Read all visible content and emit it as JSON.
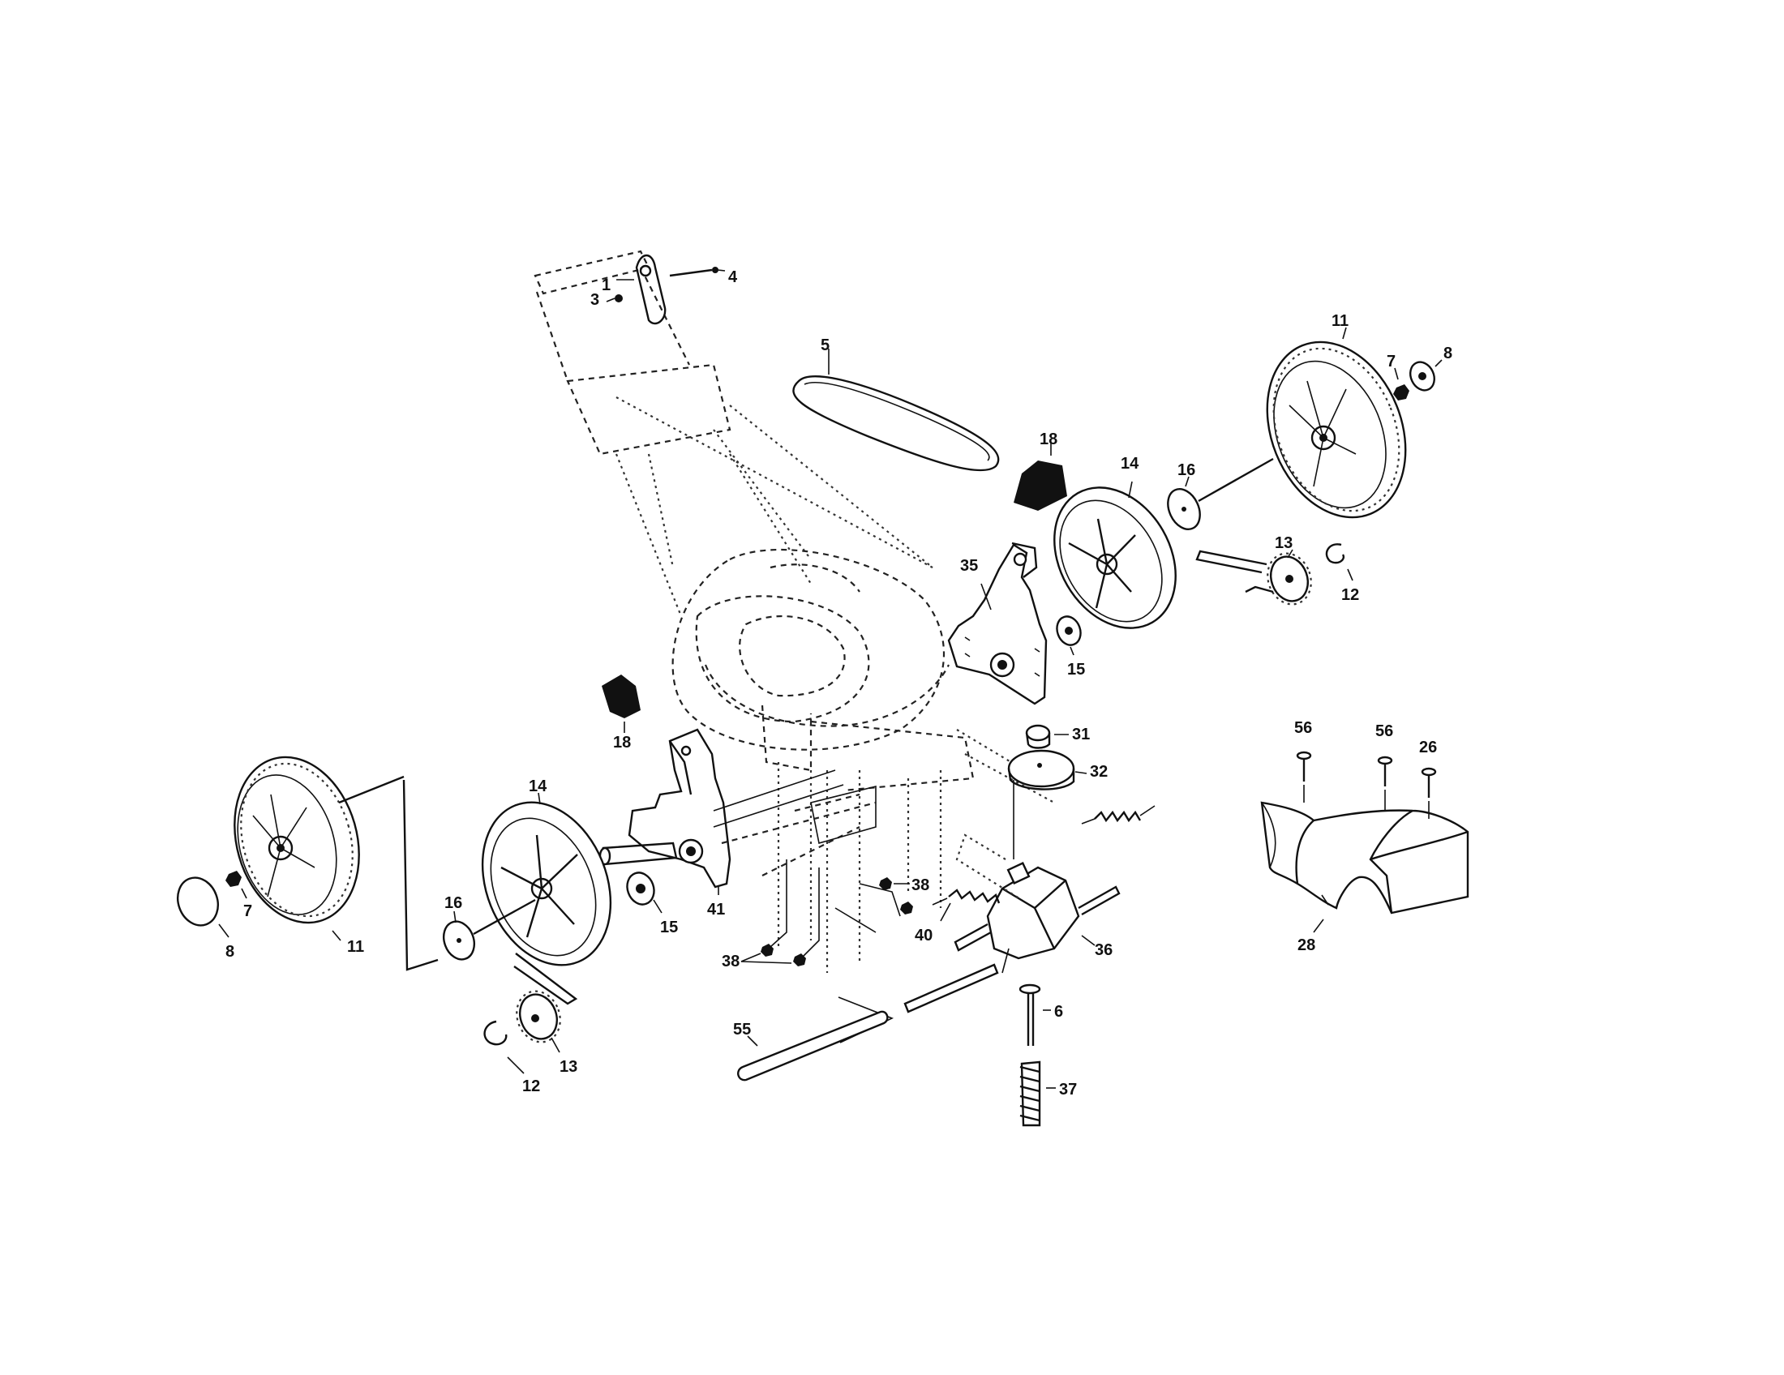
{
  "colors": {
    "ink": "#111111",
    "background": "#ffffff"
  },
  "callouts": {
    "p1": "1",
    "p3": "3",
    "p4": "4",
    "p5": "5",
    "p11_right": "11",
    "p7_right": "7",
    "p8_right": "8",
    "p18_upper": "18",
    "p14_right": "14",
    "p16_right": "16",
    "p13_right": "13",
    "p12_right": "12",
    "p35": "35",
    "p15_right": "15",
    "p18_lower": "18",
    "p31": "31",
    "p32": "32",
    "p56_a": "56",
    "p56_b": "56",
    "p26": "26",
    "p28": "28",
    "p14_left": "14",
    "p16_left": "16",
    "p7_left": "7",
    "p8_left": "8",
    "p11_left": "11",
    "p15_left": "15",
    "p41": "41",
    "p38_a": "38",
    "p38_b": "38",
    "p40": "40",
    "p36": "36",
    "p6": "6",
    "p55": "55",
    "p37": "37",
    "p12_left": "12",
    "p13_left": "13"
  }
}
